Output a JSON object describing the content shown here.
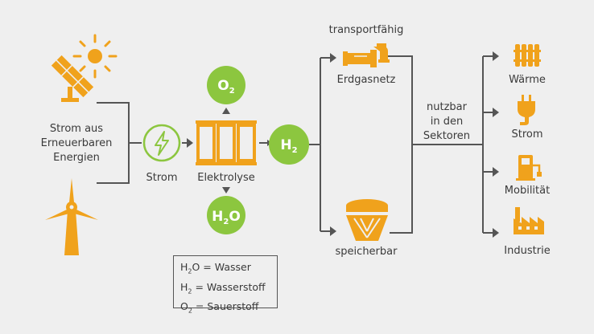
{
  "colors": {
    "orange": "#f0a21c",
    "green": "#8cc63f",
    "line": "#555555",
    "text": "#3a3a3a",
    "background": "#efefef"
  },
  "icons": {
    "solar": "solar-panel-sun-icon",
    "wind": "wind-turbine-icon",
    "strom": "lightning-circle-icon",
    "electrolysis": "electrolyser-icon",
    "pipe": "gas-pipe-icon",
    "storage": "gas-storage-tank-icon",
    "waerme": "radiator-icon",
    "strom_sector": "power-plug-icon",
    "mobilitaet": "charging-station-icon",
    "industrie": "factory-icon"
  },
  "sources": {
    "label": "Strom aus Erneuerbaren Energien"
  },
  "strom_label": "Strom",
  "electrolysis_label": "Elektrolyse",
  "molecules": {
    "o2": "O",
    "o2_sub": "2",
    "h2o_a": "H",
    "h2o_sub": "2",
    "h2o_b": "O",
    "h2": "H",
    "h2_sub": "2"
  },
  "paths": {
    "transport_top": "transportfähig",
    "grid": "Erdgasnetz",
    "storage": "speicherbar"
  },
  "usage": "nutzbar in den Sektoren",
  "sectors": [
    "Wärme",
    "Strom",
    "Mobilität",
    "Industrie"
  ],
  "legend": {
    "h2o": {
      "a": "H",
      "sub": "2",
      "b": "O = Wasser"
    },
    "h2": {
      "a": "H",
      "sub": "2",
      "b": " = Wasserstoff"
    },
    "o2": {
      "a": "O",
      "sub": "2",
      "b": " = Sauerstoff"
    }
  }
}
